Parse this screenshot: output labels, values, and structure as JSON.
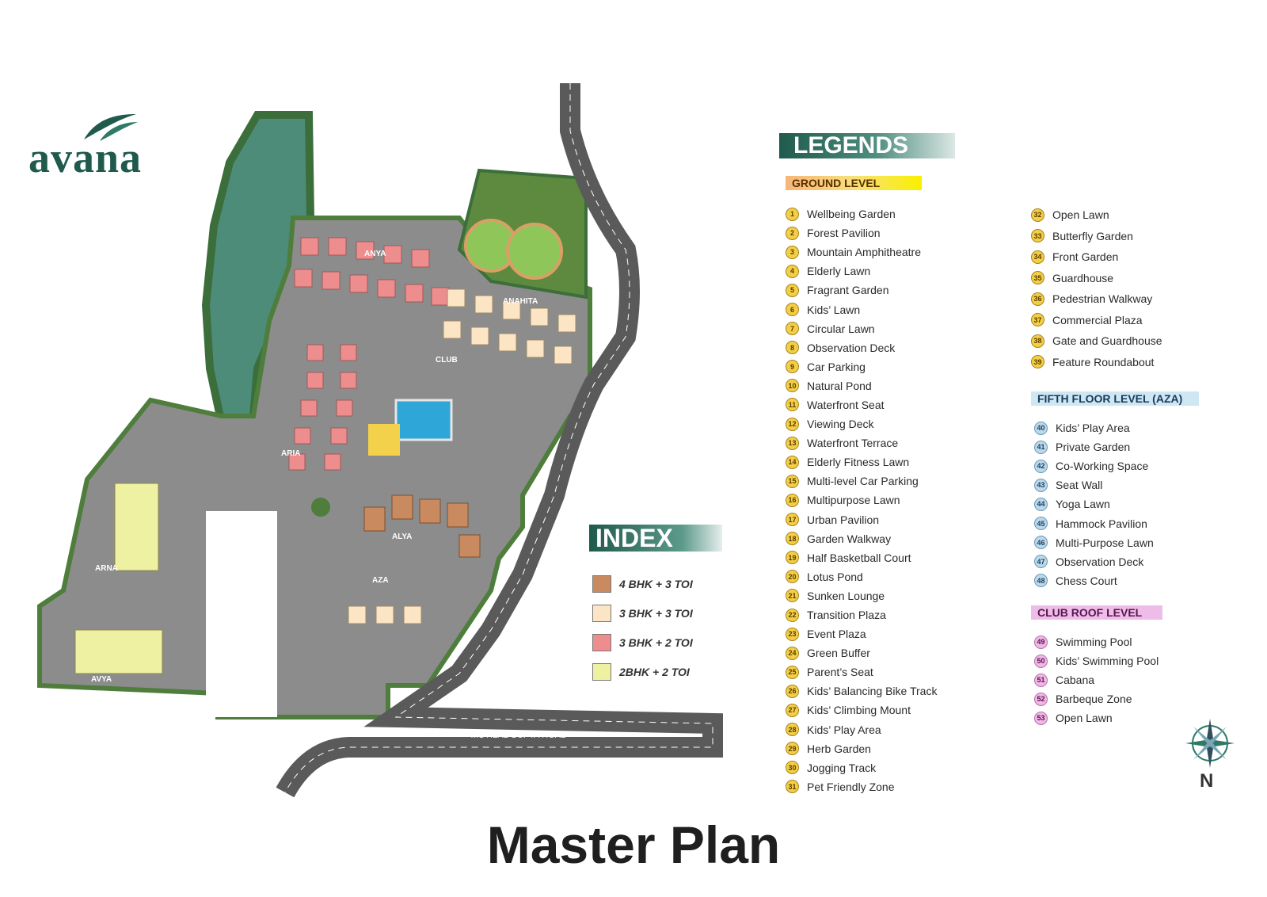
{
  "brand": {
    "name": "avana"
  },
  "page_title": "Master Plan",
  "map": {
    "road_name": "MOTILAL GUPTA ROAD",
    "blocks": [
      "ANYA",
      "ANAHITA",
      "CLUB",
      "ARIA",
      "ALYA",
      "ARNA",
      "AZA",
      "AVYA"
    ]
  },
  "index": {
    "title": "INDEX",
    "items": [
      {
        "label": "4 BHK + 3 TOI",
        "color": "#c98a60"
      },
      {
        "label": "3 BHK + 3 TOI",
        "color": "#fbe5c4"
      },
      {
        "label": "3 BHK + 2 TOI",
        "color": "#ee8d8e"
      },
      {
        "label": "2BHK + 2 TOI",
        "color": "#eef0a2"
      }
    ]
  },
  "legends": {
    "title": "LEGENDS",
    "ground_level": {
      "header": "GROUND LEVEL",
      "items": [
        {
          "n": "1",
          "label": "Wellbeing Garden"
        },
        {
          "n": "2",
          "label": "Forest Pavilion"
        },
        {
          "n": "3",
          "label": "Mountain Amphitheatre"
        },
        {
          "n": "4",
          "label": "Elderly Lawn"
        },
        {
          "n": "5",
          "label": "Fragrant Garden"
        },
        {
          "n": "6",
          "label": "Kids’ Lawn"
        },
        {
          "n": "7",
          "label": "Circular Lawn"
        },
        {
          "n": "8",
          "label": "Observation Deck"
        },
        {
          "n": "9",
          "label": "Car Parking"
        },
        {
          "n": "10",
          "label": "Natural Pond"
        },
        {
          "n": "11",
          "label": "Waterfront Seat"
        },
        {
          "n": "12",
          "label": "Viewing Deck"
        },
        {
          "n": "13",
          "label": "Waterfront Terrace"
        },
        {
          "n": "14",
          "label": "Elderly Fitness Lawn"
        },
        {
          "n": "15",
          "label": "Multi-level Car Parking"
        },
        {
          "n": "16",
          "label": "Multipurpose Lawn"
        },
        {
          "n": "17",
          "label": "Urban Pavilion"
        },
        {
          "n": "18",
          "label": "Garden Walkway"
        },
        {
          "n": "19",
          "label": "Half Basketball Court"
        },
        {
          "n": "20",
          "label": "Lotus Pond"
        },
        {
          "n": "21",
          "label": "Sunken Lounge"
        },
        {
          "n": "22",
          "label": "Transition Plaza"
        },
        {
          "n": "23",
          "label": "Event Plaza"
        },
        {
          "n": "24",
          "label": "Green Buffer"
        },
        {
          "n": "25",
          "label": "Parent’s Seat"
        },
        {
          "n": "26",
          "label": "Kids’ Balancing Bike Track"
        },
        {
          "n": "27",
          "label": "Kids’ Climbing Mount"
        },
        {
          "n": "28",
          "label": "Kids’ Play Area"
        },
        {
          "n": "29",
          "label": "Herb Garden"
        },
        {
          "n": "30",
          "label": "Jogging Track"
        },
        {
          "n": "31",
          "label": "Pet Friendly Zone"
        },
        {
          "n": "32",
          "label": "Open Lawn"
        },
        {
          "n": "33",
          "label": "Butterfly Garden"
        },
        {
          "n": "34",
          "label": "Front Garden"
        },
        {
          "n": "35",
          "label": "Guardhouse"
        },
        {
          "n": "36",
          "label": "Pedestrian Walkway"
        },
        {
          "n": "37",
          "label": "Commercial Plaza"
        },
        {
          "n": "38",
          "label": "Gate and Guardhouse"
        },
        {
          "n": "39",
          "label": "Feature Roundabout"
        }
      ]
    },
    "fifth_floor": {
      "header": "FIFTH FLOOR LEVEL (AZA)",
      "items": [
        {
          "n": "40",
          "label": "Kids’ Play Area"
        },
        {
          "n": "41",
          "label": "Private Garden"
        },
        {
          "n": "42",
          "label": "Co-Working Space"
        },
        {
          "n": "43",
          "label": "Seat Wall"
        },
        {
          "n": "44",
          "label": "Yoga Lawn"
        },
        {
          "n": "45",
          "label": "Hammock Pavilion"
        },
        {
          "n": "46",
          "label": "Multi-Purpose Lawn"
        },
        {
          "n": "47",
          "label": "Observation Deck"
        },
        {
          "n": "48",
          "label": "Chess Court"
        }
      ]
    },
    "club_roof": {
      "header": "CLUB ROOF LEVEL",
      "items": [
        {
          "n": "49",
          "label": "Swimming Pool"
        },
        {
          "n": "50",
          "label": "Kids’ Swimming Pool"
        },
        {
          "n": "51",
          "label": "Cabana"
        },
        {
          "n": "52",
          "label": "Barbeque Zone"
        },
        {
          "n": "53",
          "label": "Open Lawn"
        }
      ]
    }
  },
  "compass": {
    "label": "N"
  }
}
